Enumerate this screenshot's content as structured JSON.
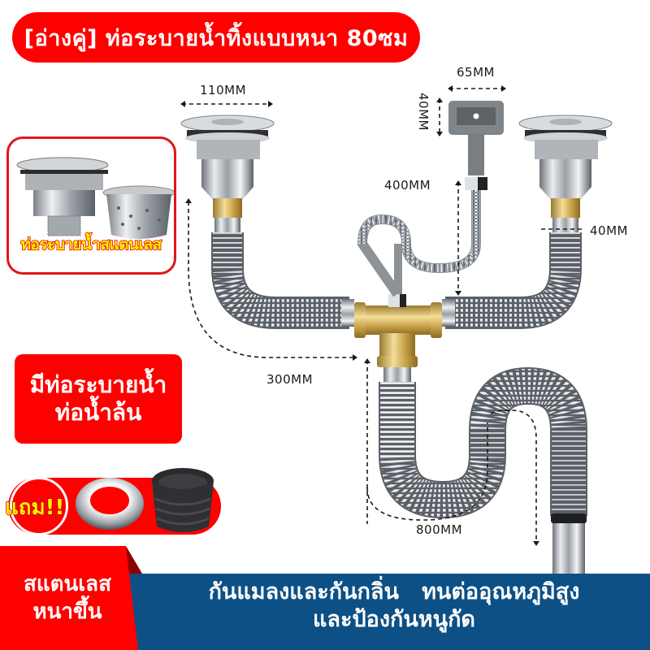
{
  "header": {
    "title": "[อ่างคู่] ท่อระบายน้ำทิ้งแบบหนา 80ซม"
  },
  "dimensions": {
    "sink_strainer_width": "110MM",
    "overflow_head_width": "65MM",
    "overflow_head_height": "40MM",
    "overflow_hose_length": "400MM",
    "pipe_diameter": "40MM",
    "arm_length": "300MM",
    "trap_length": "800MM"
  },
  "inset": {
    "label": "ท่อระบายน้ำสแตนเลส"
  },
  "feature_badge": {
    "line1": "มีท่อระบายน้ำ",
    "line2": "ท่อน้ำล้น"
  },
  "bonus": {
    "label": "แถม!!"
  },
  "footer": {
    "left_line1": "สแตนเลส",
    "left_line2": "หนาขึ้น",
    "right_line1": "กันแมลงและกันกลิ่น   ทนต่ออุณหภูมิสูง",
    "right_line2": "และป้องกันหนูกัด"
  },
  "colors": {
    "brand_red": "#ff0000",
    "footer_blue": "#0d5085",
    "fold_dark_red": "#8a0000",
    "accent_yellow": "#ffee00",
    "brass": "#c9a24a",
    "chrome": "#b8bcc2"
  }
}
